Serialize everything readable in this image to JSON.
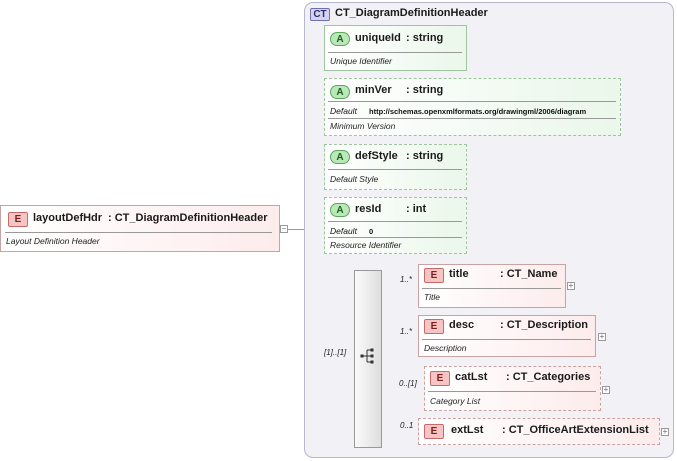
{
  "root": {
    "badge": "E",
    "name": "layoutDefHdr",
    "type": ": CT_DiagramDefinitionHeader",
    "doc": "Layout Definition Header",
    "expander": "−"
  },
  "complex_type": {
    "badge": "CT",
    "name": "CT_DiagramDefinitionHeader"
  },
  "attributes": [
    {
      "badge": "A",
      "name": "uniqueId",
      "type": ": string",
      "doc": "Unique Identifier"
    },
    {
      "badge": "A",
      "name": "minVer",
      "type": ": string",
      "default_label": "Default",
      "default_value": "http://schemas.openxmlformats.org/drawingml/2006/diagram",
      "doc": "Minimum Version"
    },
    {
      "badge": "A",
      "name": "defStyle",
      "type": ": string",
      "doc": "Default Style"
    },
    {
      "badge": "A",
      "name": "resId",
      "type": ": int",
      "default_label": "Default",
      "default_value": "0",
      "doc": "Resource Identifier"
    }
  ],
  "sequence": {
    "cardinality": "[1]..[1]"
  },
  "elements": [
    {
      "badge": "E",
      "name": "title",
      "type": ": CT_Name",
      "doc": "Title",
      "cardinality": "1..*",
      "expander": "+"
    },
    {
      "badge": "E",
      "name": "desc",
      "type": ": CT_Description",
      "doc": "Description",
      "cardinality": "1..*",
      "expander": "+"
    },
    {
      "badge": "E",
      "name": "catLst",
      "type": ": CT_Categories",
      "doc": "Category List",
      "cardinality": "0..[1]",
      "expander": "+"
    },
    {
      "badge": "E",
      "name": "extLst",
      "type": ": CT_OfficeArtExtensionList",
      "doc": "",
      "cardinality": "0..1",
      "expander": "+"
    }
  ]
}
